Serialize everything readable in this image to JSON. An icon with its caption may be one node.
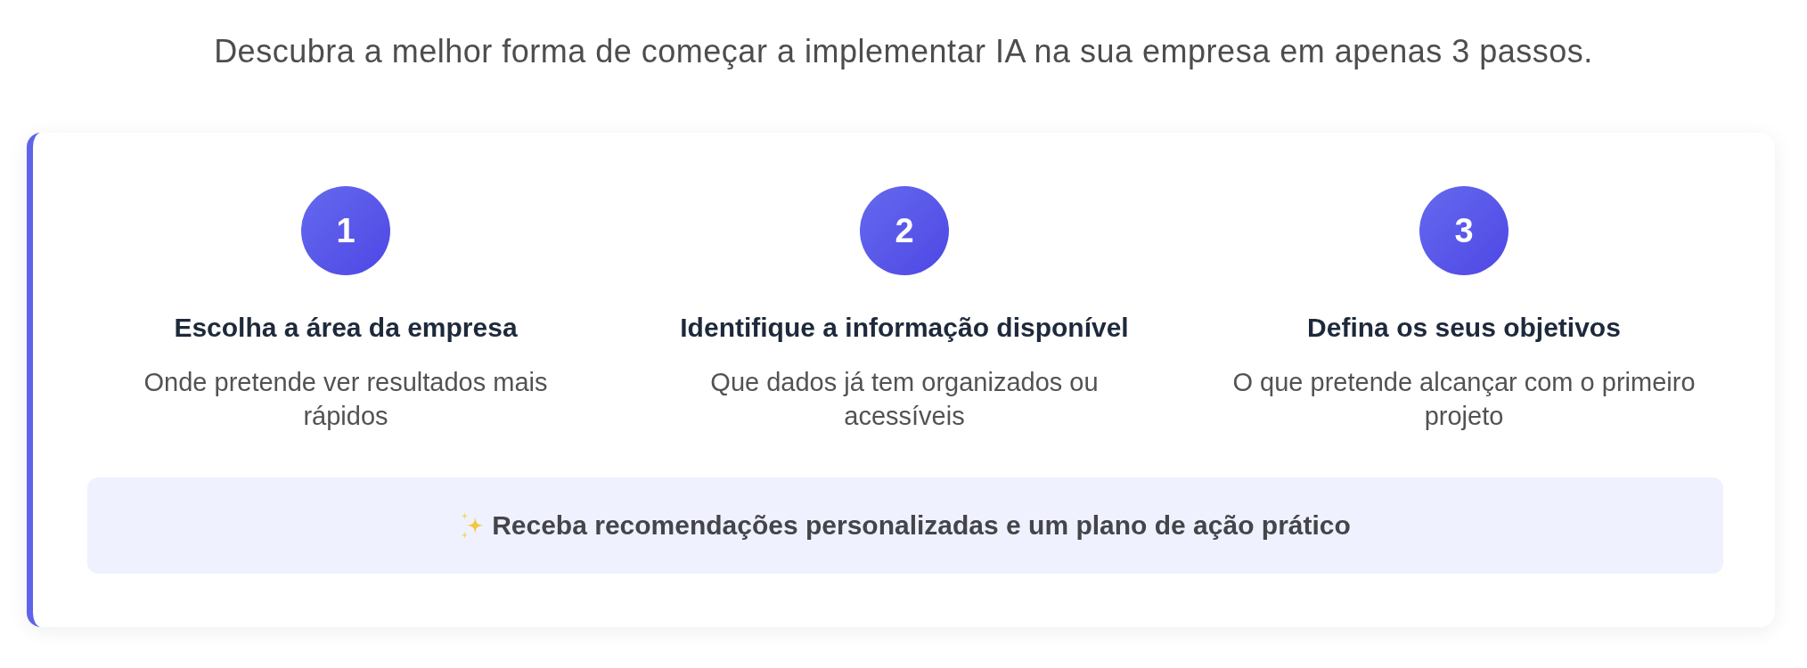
{
  "diagram": {
    "title": "Descubra a melhor forma de começar a implementar IA na sua empresa em apenas 3 passos.",
    "nodes": [
      {
        "text": [],
        "shape": "box"
      },
      {
        "text": [
          "1"
        ],
        "in": 0,
        "beside": [
          "Escolha a área da empresa",
          "Onde pretende ver resultados mais rápidos"
        ]
      },
      {
        "text": [
          "2"
        ],
        "in": 0,
        "beside": [
          "Identifique a informação disponível",
          "Que dados já tem organizados ou acessíveis"
        ]
      },
      {
        "text": [
          "3"
        ],
        "in": 0,
        "beside": [
          "Defina os seus objetivos",
          "O que pretende alcançar com o primeiro projeto"
        ]
      },
      {
        "text": [
          "Receba recomendações personalizadas e um plano de ação prático"
        ],
        "in": 0
      }
    ]
  }
}
